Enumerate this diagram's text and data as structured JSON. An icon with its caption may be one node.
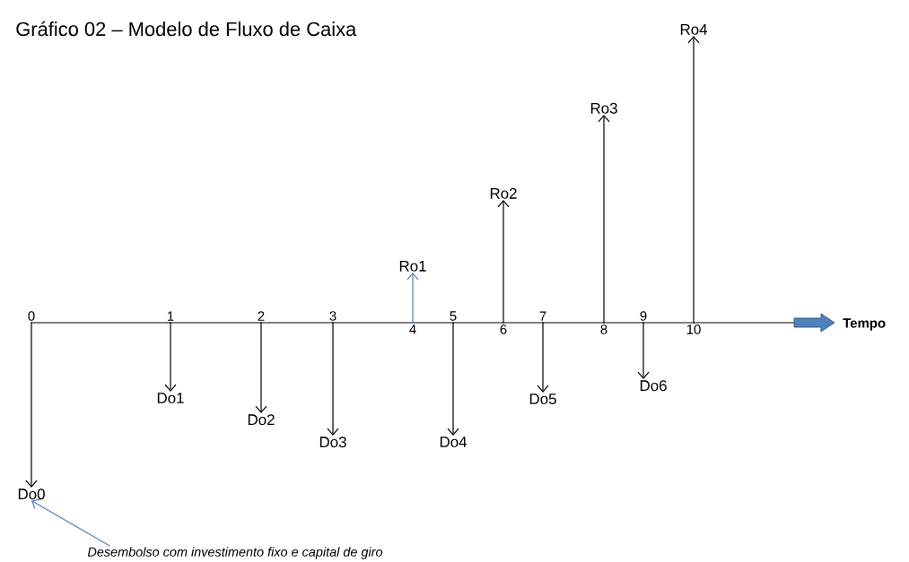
{
  "diagram": {
    "title": "Gráfico 02 – Modelo de Fluxo de Caixa",
    "nodes": [
      {
        "text": [
          "Do0"
        ]
      },
      {
        "text": [
          "Do1"
        ]
      },
      {
        "text": [
          "Do2"
        ]
      },
      {
        "text": [
          "Do3"
        ]
      },
      {
        "text": [
          "Do4"
        ]
      },
      {
        "text": [
          "Do5"
        ]
      },
      {
        "text": [
          "Do6"
        ]
      },
      {
        "text": [
          "Ro1"
        ]
      },
      {
        "text": [
          "Ro2"
        ]
      },
      {
        "text": [
          "Ro3"
        ]
      },
      {
        "text": [
          "Ro4"
        ]
      },
      {
        "text": [
          "Desembolso com investimento fixo e capital de giro"
        ]
      },
      {
        "text": [
          "0"
        ]
      },
      {
        "text": [
          "1"
        ]
      },
      {
        "text": [
          "2"
        ]
      },
      {
        "text": [
          "3"
        ]
      },
      {
        "text": [
          "4"
        ]
      },
      {
        "text": [
          "5"
        ]
      },
      {
        "text": [
          "6"
        ]
      },
      {
        "text": [
          "7"
        ]
      },
      {
        "text": [
          "8"
        ]
      },
      {
        "text": [
          "9"
        ]
      },
      {
        "text": [
          "10"
        ]
      }
    ],
    "edges": [
      {
        "from": 12,
        "to": 0,
        "arrow": "to"
      },
      {
        "from": 13,
        "to": 1,
        "arrow": "to"
      },
      {
        "from": 14,
        "to": 2,
        "arrow": "to"
      },
      {
        "from": 15,
        "to": 3,
        "arrow": "to"
      },
      {
        "from": 17,
        "to": 4,
        "arrow": "to"
      },
      {
        "from": 19,
        "to": 5,
        "arrow": "to"
      },
      {
        "from": 21,
        "to": 6,
        "arrow": "to"
      },
      {
        "from": 16,
        "to": 7,
        "arrow": "to",
        "color": "#4f81bd"
      },
      {
        "from": 18,
        "to": 8,
        "arrow": "to"
      },
      {
        "from": 20,
        "to": 9,
        "arrow": "to"
      },
      {
        "from": 22,
        "to": 10,
        "arrow": "to"
      },
      {
        "from": 11,
        "to": 0,
        "arrow": "to",
        "color": "#4f81bd"
      }
    ],
    "labels": [
      "Tempo"
    ]
  }
}
